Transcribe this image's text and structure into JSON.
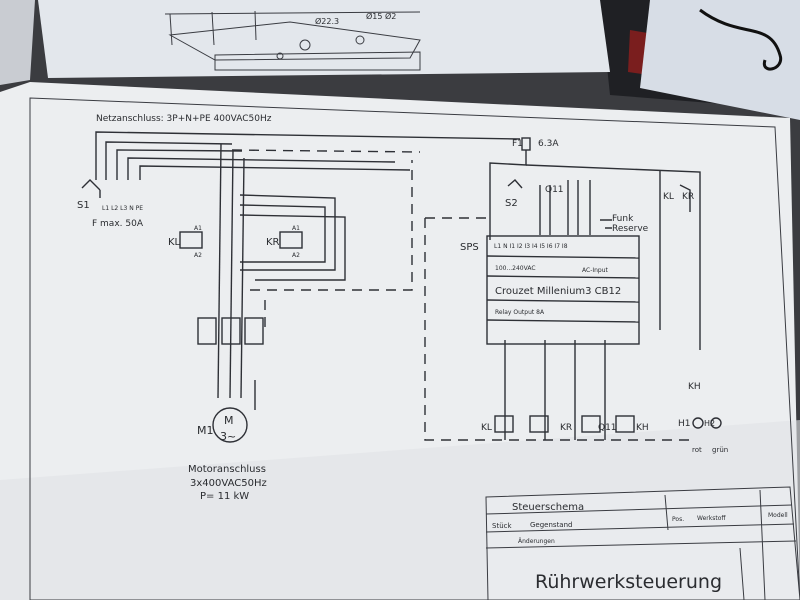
{
  "top_sheet": {
    "dim_a": "Ø22.3",
    "dim_b": "Ø15",
    "dim_c": "Ø2"
  },
  "schematic": {
    "supply_label": "Netzanschluss: 3P+N+PE 400VAC50Hz",
    "fuse_label": "F1",
    "fuse_value": "6.3A",
    "main_switch": "S1",
    "terminals": "L1 L2 L3 N PE",
    "f_max": "F max. 50A",
    "kl_label": "KL",
    "kr_label": "KR",
    "a1": "A1",
    "a2": "A2",
    "motor_id": "M1",
    "motor_m": "M",
    "motor_phase": "3~",
    "motor_caption_1": "Motoranschluss",
    "motor_caption_2": "3x400VAC50Hz",
    "motor_caption_3": "P= 11 kW",
    "s2_label": "S2",
    "q11_label": "Q11",
    "funk_label": "Funk",
    "reserve_label": "Reserve",
    "sps_label": "SPS",
    "plc_voltage": "100...240VAC",
    "plc_input": "AC-Input",
    "plc_name": "Crouzet   Millenium3  CB12",
    "plc_relay": "Relay Output 8A",
    "plc_inputs": "L1 N   I1 I2 I3 I4 I5 I6 I7 I8",
    "kh_label": "KH",
    "h1_label": "H1",
    "h2_label": "H2",
    "lamp_red": "rot",
    "lamp_green": "grün",
    "kl_r": "KL",
    "kr_r": "KR",
    "q11_r": "Q11",
    "kh_r": "KH"
  },
  "title_block": {
    "header": "Steuerschema",
    "row_stueck": "Stück",
    "row_gegenstand": "Gegenstand",
    "row_pos": "Pos.",
    "row_werkstoff": "Werkstoff",
    "row_modell": "Modell",
    "row_aenderungen": "Änderungen",
    "title": "Rührwerksteuerung"
  }
}
